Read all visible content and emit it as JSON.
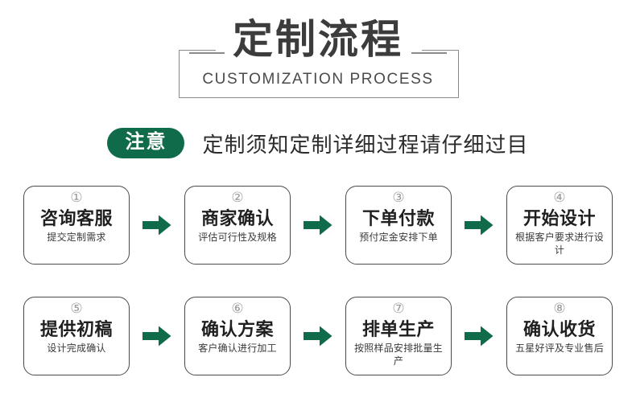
{
  "header": {
    "title_cn": "定制流程",
    "title_en": "CUSTOMIZATION PROCESS",
    "dash_left": "",
    "dash_right": ""
  },
  "notice": {
    "badge_label": "注意",
    "text": "定制须知定制详细过程请仔细过目"
  },
  "colors": {
    "brand_green": "#0f6b49",
    "title_gray": "#3c3c3c",
    "frame_gray": "#8a8a8a",
    "box_border": "#4a4a4a",
    "number_gray": "#9a9a9a"
  },
  "steps": [
    {
      "num": "①",
      "title": "咨询客服",
      "desc": "提交定制需求"
    },
    {
      "num": "②",
      "title": "商家确认",
      "desc": "评估可行性及规格"
    },
    {
      "num": "③",
      "title": "下单付款",
      "desc": "预付定金安排下单"
    },
    {
      "num": "④",
      "title": "开始设计",
      "desc": "根据客户要求进行设计"
    },
    {
      "num": "⑤",
      "title": "提供初稿",
      "desc": "设计完成确认"
    },
    {
      "num": "⑥",
      "title": "确认方案",
      "desc": "客户确认进行加工"
    },
    {
      "num": "⑦",
      "title": "排单生产",
      "desc": "按照样品安排批量生产"
    },
    {
      "num": "⑧",
      "title": "确认收货",
      "desc": "五星好评及专业售后"
    }
  ],
  "arrow_icon": "arrow-right-icon"
}
